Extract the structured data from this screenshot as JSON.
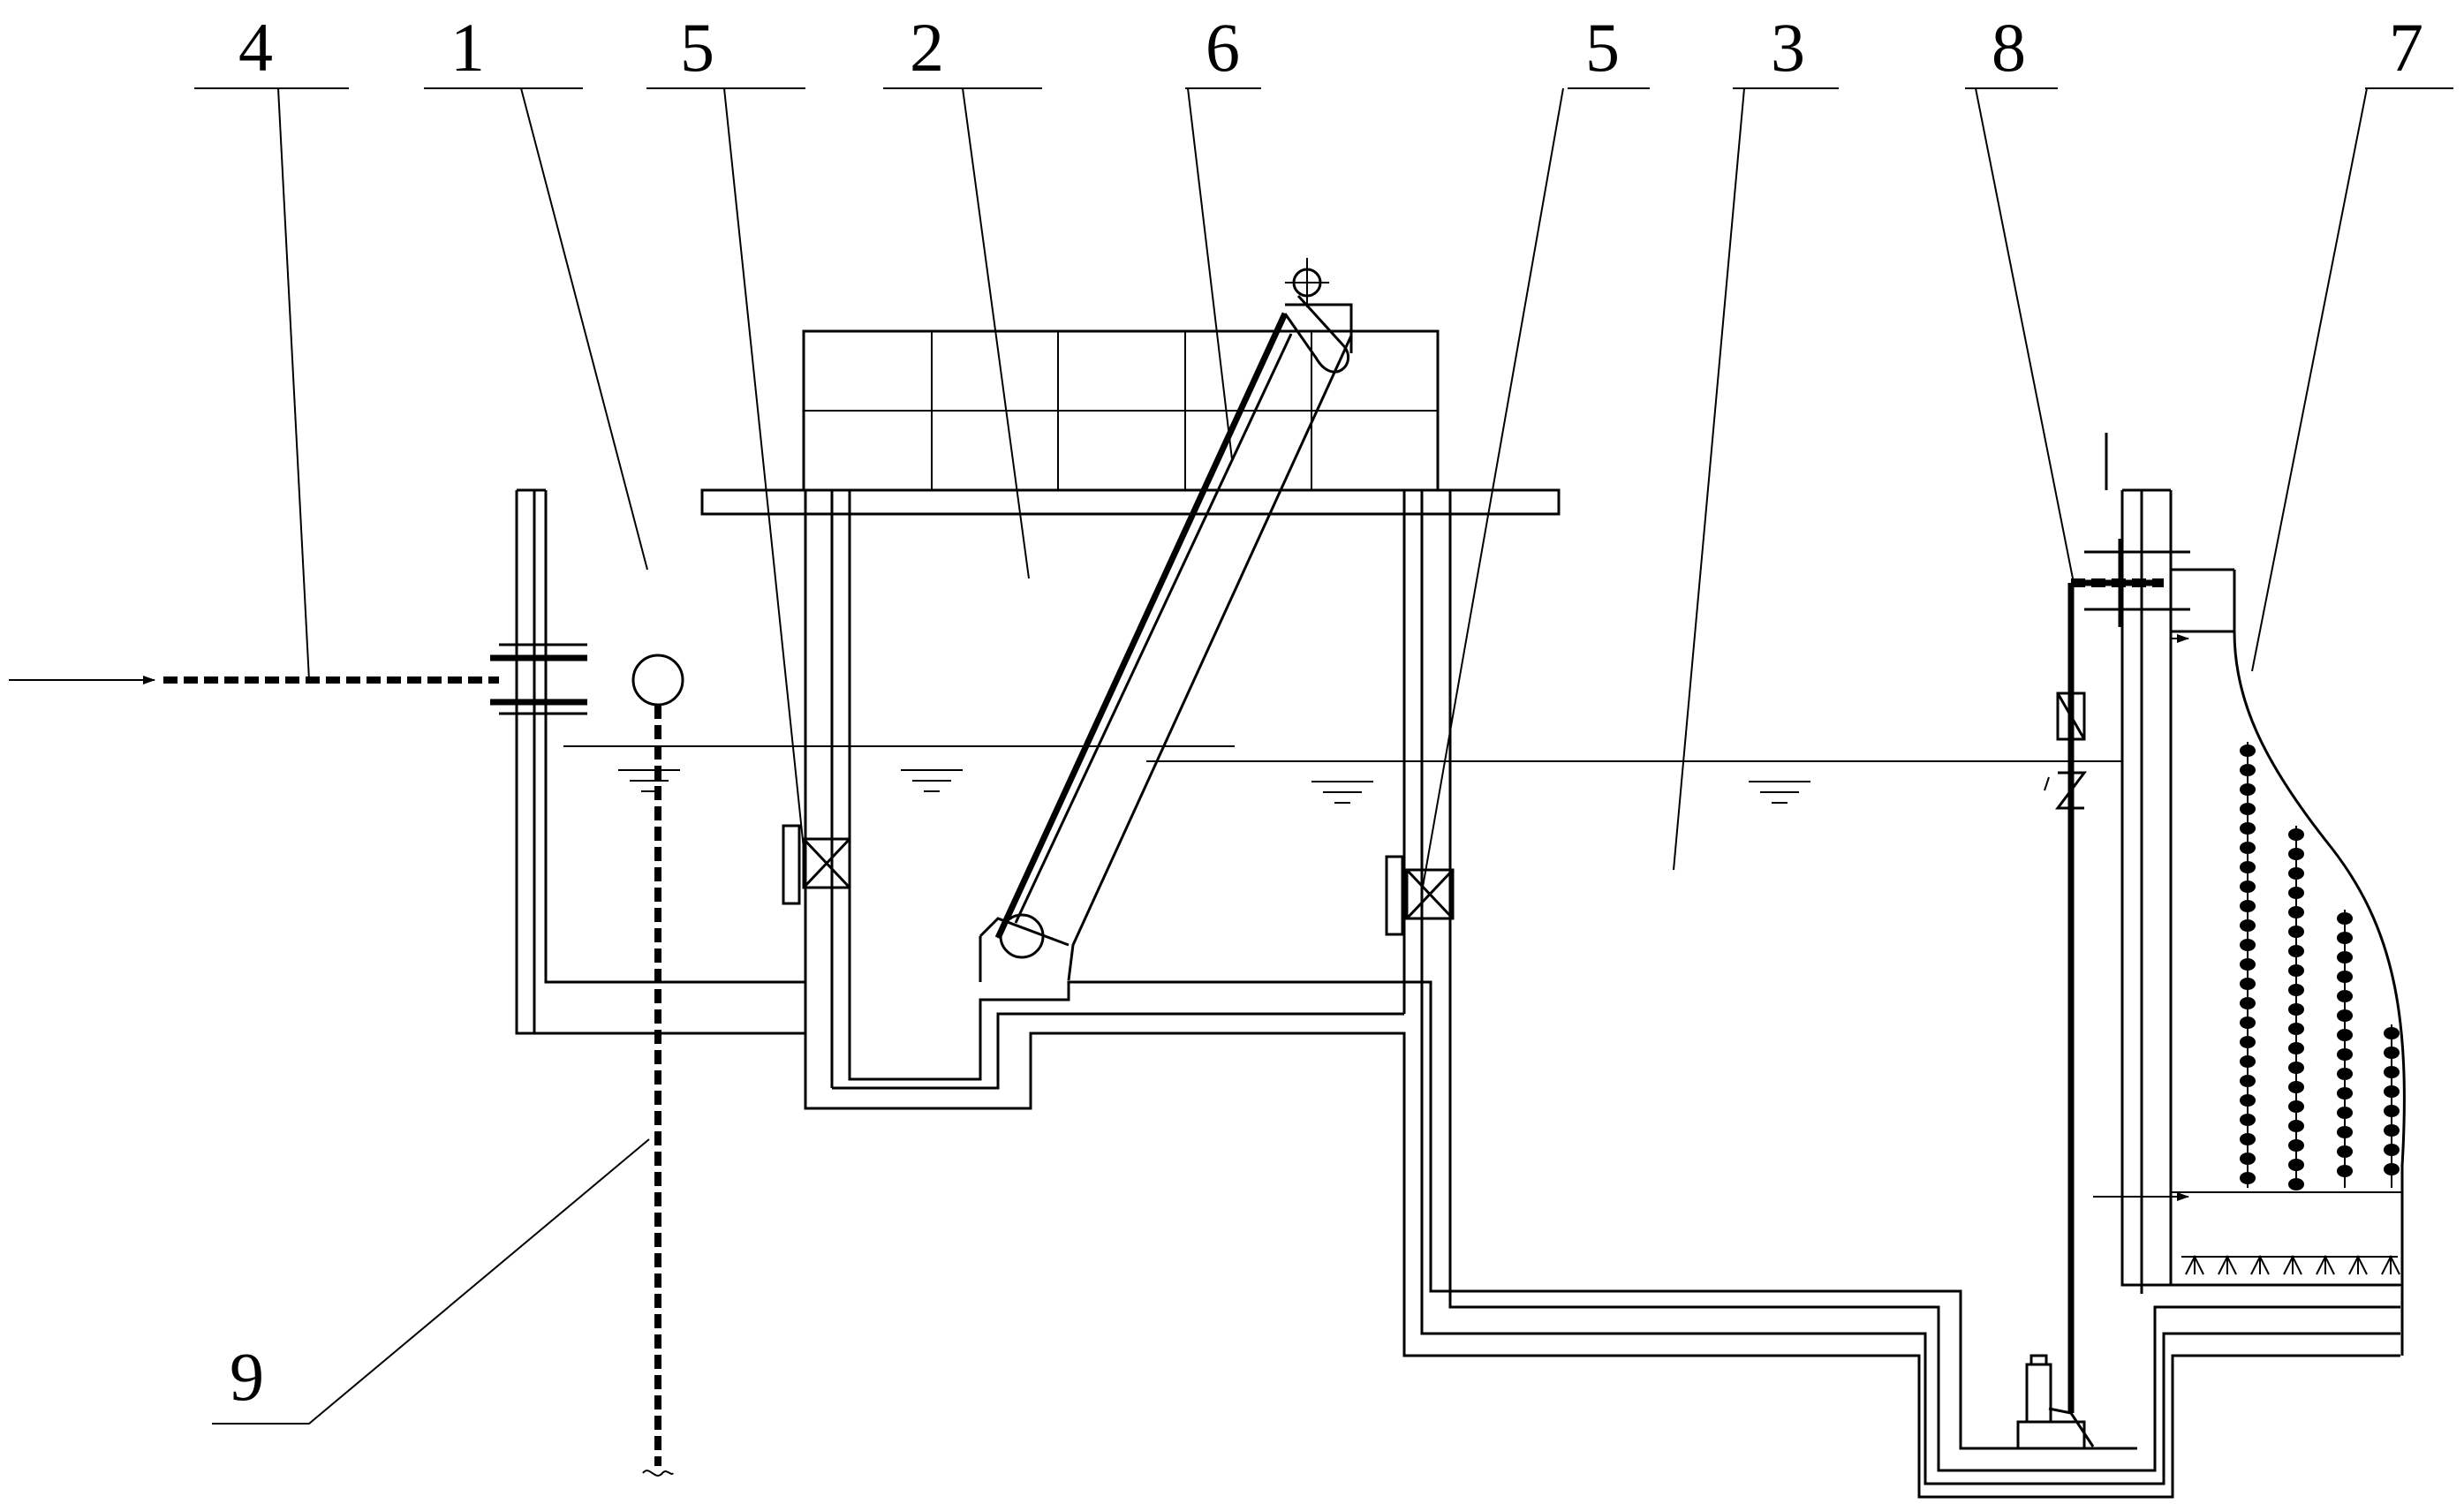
{
  "labels": {
    "inlet_pipe": "4",
    "collection_tank": "1",
    "valve_left": "5",
    "screen_chamber": "2",
    "screen_conveyor": "6",
    "valve_right": "5",
    "regulating_tank": "3",
    "lift_pipe": "8",
    "treatment_unit": "7",
    "drain_pipe": "9"
  },
  "colors": {
    "line": "#000000",
    "background": "#ffffff"
  },
  "icons": [
    "flow-arrow-icon",
    "gate-valve-icon",
    "check-valve-icon",
    "water-level-icon",
    "submersible-pump-icon",
    "float-ball-icon",
    "aerator-icon"
  ]
}
